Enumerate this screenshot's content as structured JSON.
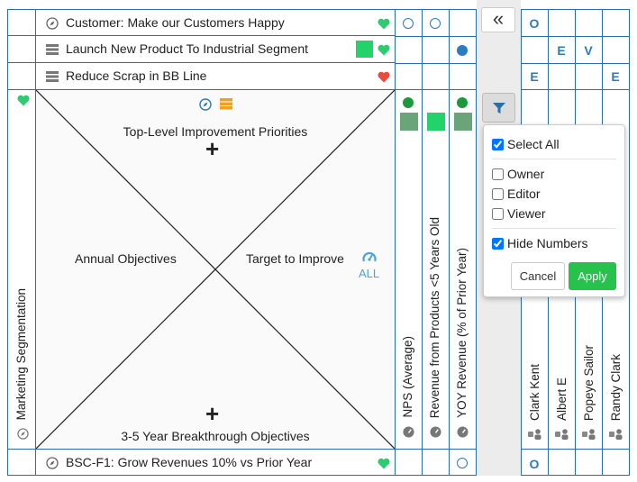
{
  "header_rows": [
    {
      "label": "Customer: Make our Customers Happy",
      "icon": "compass-icon",
      "heart": "green"
    },
    {
      "label": "Launch New Product To Industrial Segment",
      "icon": "list-icon",
      "heart": "green"
    },
    {
      "label": "Reduce Scrap in BB Line",
      "icon": "list-icon",
      "heart": "red"
    }
  ],
  "bottom_row": {
    "label": "BSC-F1: Grow Revenues 10% vs Prior Year",
    "icon": "compass-icon",
    "heart": "green"
  },
  "left_label": "Marketing Segmentation",
  "quadrants": {
    "top": "Top-Level Improvement Priorities",
    "left": "Annual Objectives",
    "right": "Target to Improve",
    "right_sub": "ALL",
    "bottom": "3-5 Year Breakthrough Objectives",
    "add_symbol": "+"
  },
  "metrics": [
    {
      "label": "NPS (Average)",
      "status_color": "#1a9a3a",
      "fill": "#6aa57a"
    },
    {
      "label": "Revenue from Products <5 Years Old",
      "status_color": "",
      "fill": "#22d36b"
    },
    {
      "label": "YOY Revenue (% of Prior Year)",
      "status_color": "#1a9a3a",
      "fill": "#6aa57a"
    }
  ],
  "people": [
    "Clark Kent",
    "Albert E",
    "Popeye Sailor",
    "Randy Clark"
  ],
  "role_letters": {
    "row1": [
      "O",
      "",
      "",
      ""
    ],
    "row2": [
      "",
      "E",
      "V",
      ""
    ],
    "row3": [
      "E",
      "",
      "",
      "E"
    ],
    "bottom": [
      "O",
      "",
      "",
      ""
    ]
  },
  "collapse_symbol": "«",
  "filter_popup": {
    "select_all": "Select All",
    "options": [
      "Owner",
      "Editor",
      "Viewer"
    ],
    "hide_numbers": "Hide Numbers",
    "cancel": "Cancel",
    "apply": "Apply"
  },
  "colors": {
    "border": "#2a6fa8",
    "accent": "#2a7bbf",
    "green": "#2ecc71",
    "red": "#e74c3c",
    "apply": "#27c24c"
  }
}
